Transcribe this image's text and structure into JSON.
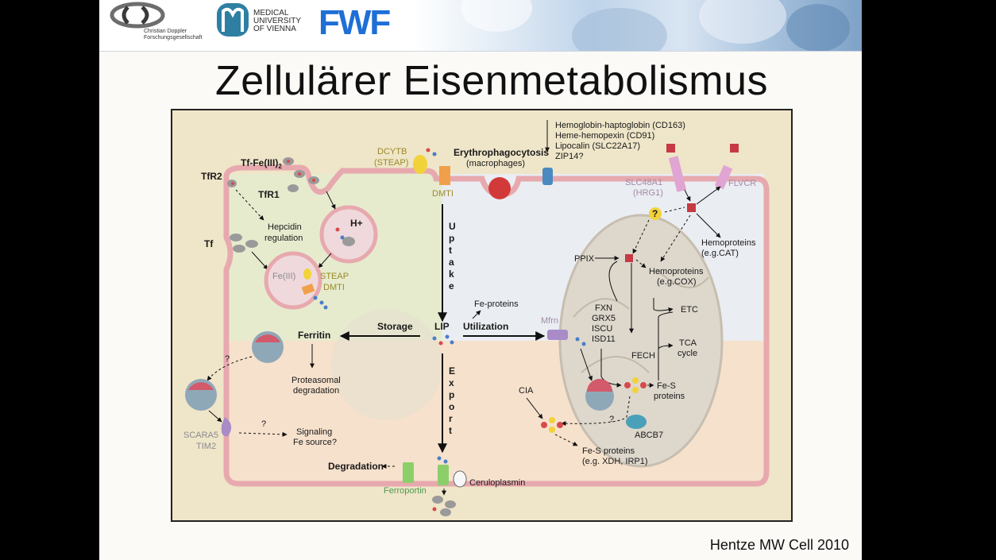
{
  "header": {
    "logo_cdg_line1": "Christian Doppler",
    "logo_cdg_line2": "Forschungsgesellschaft",
    "logo_mu_line1": "MEDICAL",
    "logo_mu_line2": "UNIVERSITY",
    "logo_mu_line3": "OF VIENNA",
    "logo_fwf": "FWF"
  },
  "title": "Zellulärer Eisenmetabolismus",
  "citation": "Hentze MW Cell 2010",
  "diagram": {
    "tf_fe": "Tf-Fe(III)",
    "tf_fe_sub": "2",
    "tfr2": "TfR2",
    "tfr1": "TfR1",
    "tf": "Tf",
    "hepcidin_1": "Hepcidin",
    "hepcidin_2": "regulation",
    "h_plus": "H+",
    "fe_iii": "Fe(III)",
    "steap": "STEAP",
    "dmt1_endo": "DMTI",
    "dcytb_1": "DCYTB",
    "dcytb_2": "(STEAP)",
    "dmt1_top": "DMTI",
    "erythro_1": "Erythrophagocytosis",
    "erythro_2": "(macrophages)",
    "hb_list": [
      "Hemoglobin-haptoglobin (CD163)",
      "Heme-hemopexin (CD91)",
      "Lipocalin (SLC22A17)",
      "ZIP14?"
    ],
    "slc_1": "SLC48A1",
    "slc_2": "(HRG1)",
    "flvcr": "FLVCR",
    "question": "?",
    "hemoproteins_cat_1": "Hemoproteins",
    "hemoproteins_cat_2": "(e.g.CAT)",
    "ppix": "PPIX",
    "hemoproteins_cox_1": "Hemoproteins",
    "hemoproteins_cox_2": "(e.g.COX)",
    "uptake": [
      "U",
      "p",
      "t",
      "a",
      "k",
      "e"
    ],
    "export": [
      "E",
      "x",
      "p",
      "o",
      "r",
      "t"
    ],
    "fe_proteins": "Fe-proteins",
    "storage": "Storage",
    "lip": "LIP",
    "utilization": "Utilization",
    "mfrn": "Mfrn",
    "ferritin": "Ferritin",
    "proteasomal_1": "Proteasomal",
    "proteasomal_2": "degradation",
    "fxn_list": [
      "FXN",
      "GRX5",
      "ISCU",
      "ISD11"
    ],
    "etc": "ETC",
    "fech": "FECH",
    "tca_1": "TCA",
    "tca_2": "cycle",
    "fes_mito_1": "Fe-S",
    "fes_mito_2": "proteins",
    "cia": "CIA",
    "abcb7": "ABCB7",
    "fes_cyto_1": "Fe-S proteins",
    "fes_cyto_2": "(e.g. XDH, IRP1)",
    "scara5": "SCARA5",
    "tim2": "TIM2",
    "signaling_1": "Signaling",
    "signaling_2": "Fe source?",
    "degradation": "Degradation",
    "ferroportin": "Ferroportin",
    "ceruloplasmin": "Ceruloplasmin"
  }
}
